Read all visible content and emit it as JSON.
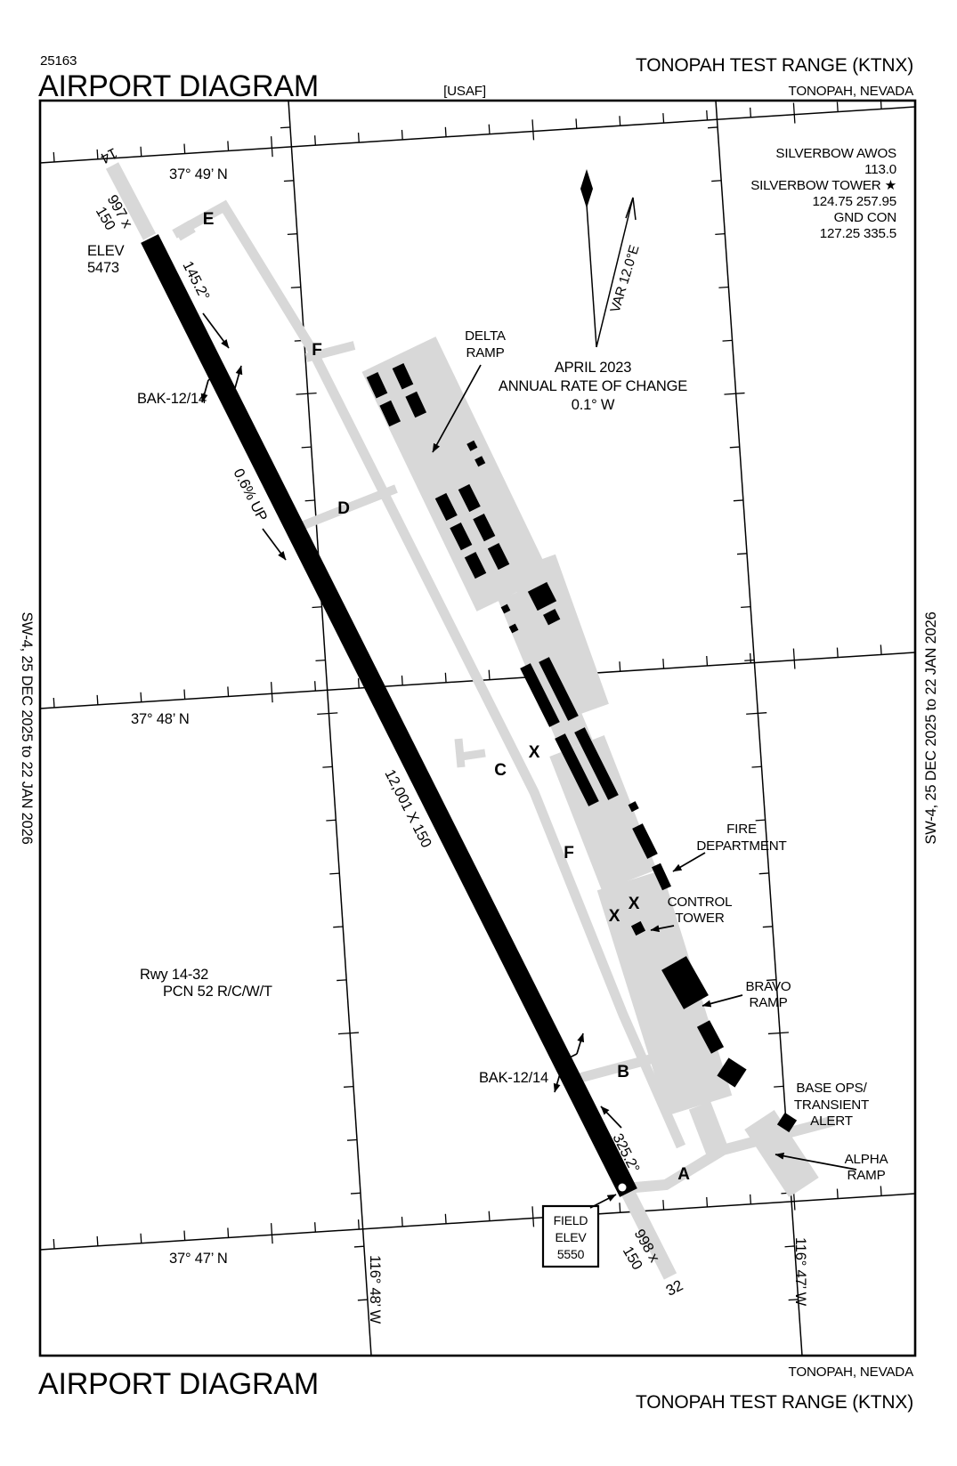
{
  "colors": {
    "ink": "#000000",
    "pavement": "#d8d8d8",
    "paper": "#ffffff"
  },
  "header": {
    "chart_number": "25163",
    "title": "AIRPORT DIAGRAM",
    "org": "[USAF]",
    "airport_line": "TONOPAH TEST RANGE   (KTNX)",
    "city": "TONOPAH, NEVADA"
  },
  "footer": {
    "title": "AIRPORT DIAGRAM",
    "city": "TONOPAH, NEVADA",
    "airport_line": "TONOPAH TEST RANGE   (KTNX)"
  },
  "margin_note": "SW-4,  25 DEC 2025  to  22 JAN 2026",
  "radio_block": {
    "lines": [
      "SILVERBOW AWOS",
      "113.0",
      "SILVERBOW TOWER ★",
      "124.75  257.95",
      "GND CON",
      "127.25  335.5"
    ]
  },
  "compass": {
    "variation": "VAR 12.0°E",
    "effective": "APRIL 2023",
    "rate_label": "ANNUAL RATE OF CHANGE",
    "rate_value": "0.1° W"
  },
  "graticule": {
    "lat_49": "37° 49’ N",
    "lat_48": "37° 48’ N",
    "lat_47": "37° 47’ N",
    "lon_48": "116° 48’ W",
    "lon_47": "116° 47’ W"
  },
  "runway": {
    "number_14": "14",
    "number_32": "32",
    "heading_14": "145.2°",
    "heading_32": "325.2°",
    "dimensions": "12,001 X 150",
    "overrun_14_line1": "997 x",
    "overrun_14_line2": "150",
    "overrun_32_line1": "998 x",
    "overrun_32_line2": "150",
    "slope": "0.6% UP",
    "elev_line1": "ELEV",
    "elev_line2": "5473",
    "field_elev_line1": "FIELD",
    "field_elev_line2": "ELEV",
    "field_elev_line3": "5550",
    "arresting_top": "BAK-12/14",
    "arresting_bottom": "BAK-12/14",
    "pcn_line1": "Rwy 14-32",
    "pcn_line2": "PCN 52 R/C/W/T"
  },
  "taxiways": {
    "a": "A",
    "b": "B",
    "c": "C",
    "d": "D",
    "e": "E",
    "f_north": "F",
    "f_south": "F",
    "closed_1": "X",
    "closed_2": "X",
    "closed_3": "X"
  },
  "labels": {
    "delta_line1": "DELTA",
    "delta_line2": "RAMP",
    "bravo_line1": "BRAVO",
    "bravo_line2": "RAMP",
    "alpha_line1": "ALPHA",
    "alpha_line2": "RAMP",
    "base_ops_line1": "BASE OPS/",
    "base_ops_line2": "TRANSIENT",
    "base_ops_line3": "ALERT",
    "fire_line1": "FIRE",
    "fire_line2": "DEPARTMENT",
    "tower_line1": "CONTROL",
    "tower_line2": "TOWER"
  }
}
